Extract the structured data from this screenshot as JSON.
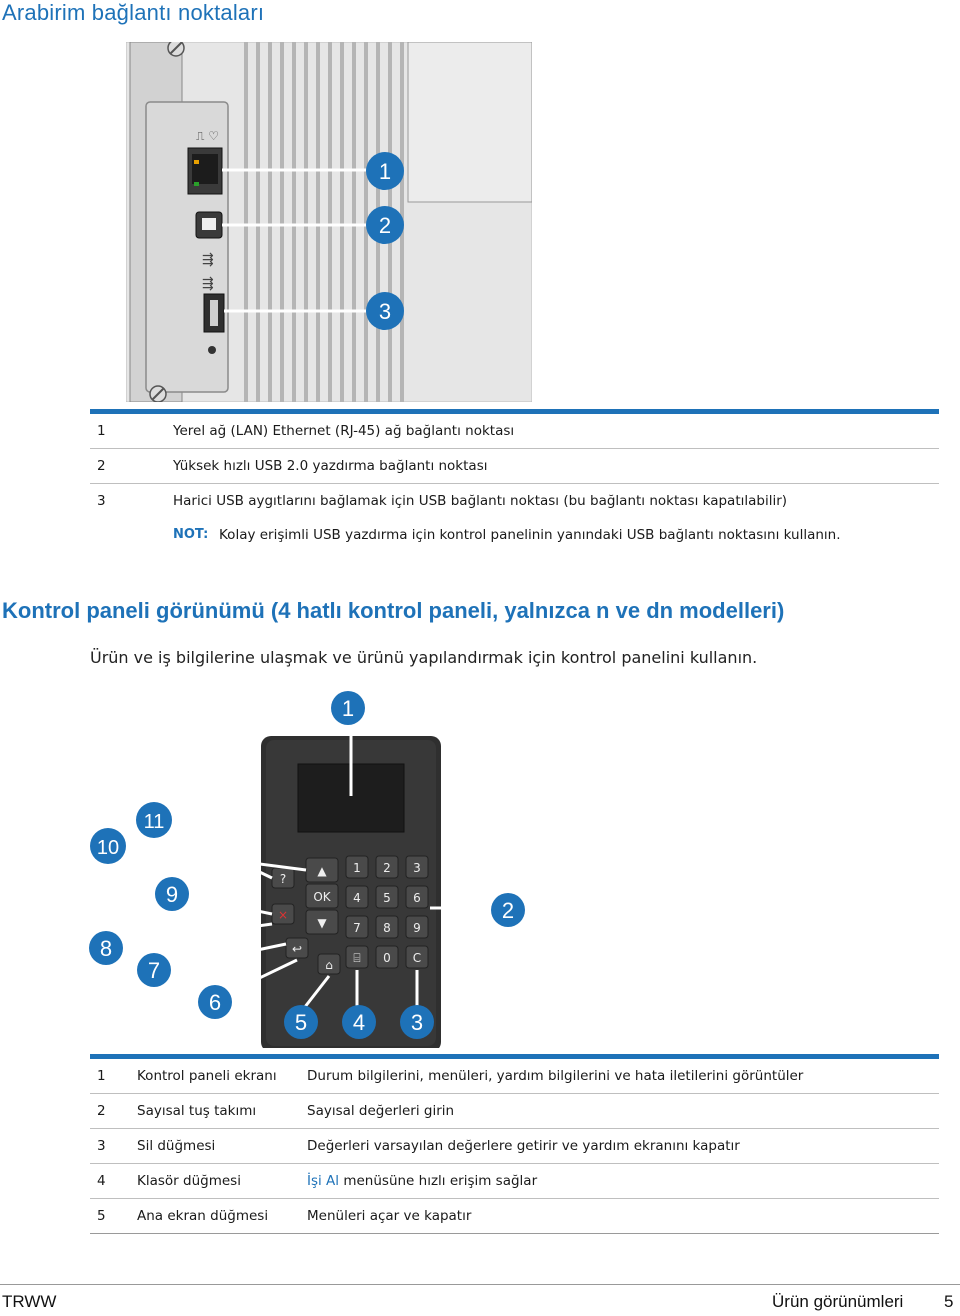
{
  "section1": {
    "title": "Arabirim bağlantı noktaları",
    "callouts": [
      "1",
      "2",
      "3"
    ],
    "rows": [
      {
        "num": "1",
        "text": "Yerel ağ (LAN) Ethernet (RJ-45) ağ bağlantı noktası"
      },
      {
        "num": "2",
        "text": "Yüksek hızlı USB 2.0 yazdırma bağlantı noktası"
      },
      {
        "num": "3",
        "text": "Harici USB aygıtlarını bağlamak için USB bağlantı noktası (bu bağlantı noktası kapatılabilir)"
      }
    ],
    "note": {
      "label": "NOT:",
      "text": "Kolay erişimli USB yazdırma için kontrol panelinin yanındaki USB bağlantı noktasını kullanın."
    }
  },
  "section2": {
    "title": "Kontrol paneli görünümü (4 hatlı kontrol paneli, yalnızca n ve dn modelleri)",
    "intro": "Ürün ve iş bilgilerine ulaşmak ve ürünü yapılandırmak için kontrol panelini kullanın.",
    "callouts": [
      "1",
      "2",
      "3",
      "4",
      "5",
      "6",
      "7",
      "8",
      "9",
      "10",
      "11"
    ],
    "keypad": [
      "1",
      "2",
      "3",
      "4",
      "5",
      "6",
      "7",
      "8",
      "9",
      "0",
      "C"
    ],
    "nav": {
      "up": "▲",
      "ok": "OK",
      "down": "▼",
      "help": "?"
    },
    "rows": [
      {
        "num": "1",
        "name": "Kontrol paneli ekranı",
        "desc": "Durum bilgilerini, menüleri, yardım bilgilerini ve hata iletilerini görüntüler"
      },
      {
        "num": "2",
        "name": "Sayısal tuş takımı",
        "desc": "Sayısal değerleri girin"
      },
      {
        "num": "3",
        "name": "Sil düğmesi",
        "desc": "Değerleri varsayılan değerlere getirir ve yardım ekranını kapatır"
      },
      {
        "num": "4",
        "name": "Klasör düğmesi",
        "desc_link": "İşi Al",
        "desc_rest": " menüsüne hızlı erişim sağlar"
      },
      {
        "num": "5",
        "name": "Ana ekran düğmesi",
        "desc": "Menüleri açar ve kapatır"
      }
    ]
  },
  "footer": {
    "left": "TRWW",
    "right_text": "Ürün görünümleri",
    "page": "5"
  },
  "colors": {
    "accent": "#1e72b8",
    "callout": "#1e72b8",
    "panel": "#2f2f2f"
  }
}
